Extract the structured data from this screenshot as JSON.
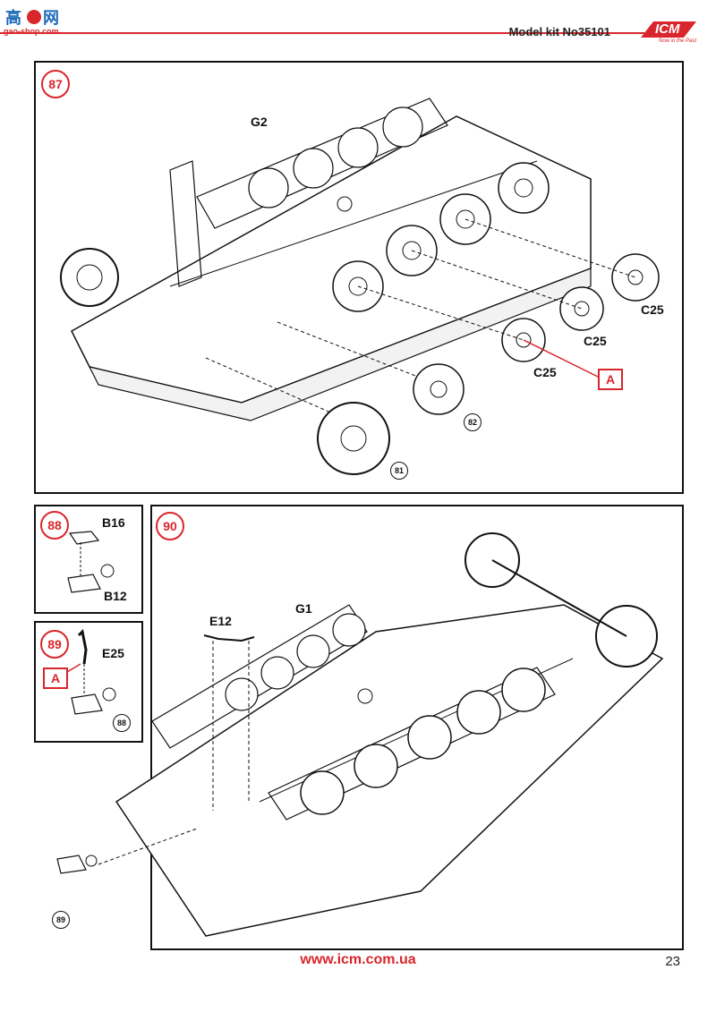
{
  "header": {
    "watermark_text": "gao-shop.com",
    "model_kit": "Model kit No35101",
    "logo_text": "ICM",
    "logo_tagline": "Now in the Past",
    "accent_color": "#d9262c"
  },
  "step87": {
    "number": "87",
    "labels": {
      "g2": "G2",
      "c25_a": "C25",
      "c25_b": "C25",
      "c25_c": "C25"
    },
    "refs": {
      "r82": "82",
      "r81": "81"
    },
    "marker": "A"
  },
  "step88": {
    "number": "88",
    "labels": {
      "b16": "B16",
      "b12": "B12"
    }
  },
  "step89": {
    "number": "89",
    "labels": {
      "e25": "E25"
    },
    "marker": "A",
    "refs": {
      "r88": "88"
    }
  },
  "step90": {
    "number": "90",
    "labels": {
      "e12": "E12",
      "g1": "G1"
    },
    "refs": {
      "r89": "89"
    }
  },
  "footer": {
    "url": "www.icm.com.ua",
    "page_number": "23"
  }
}
